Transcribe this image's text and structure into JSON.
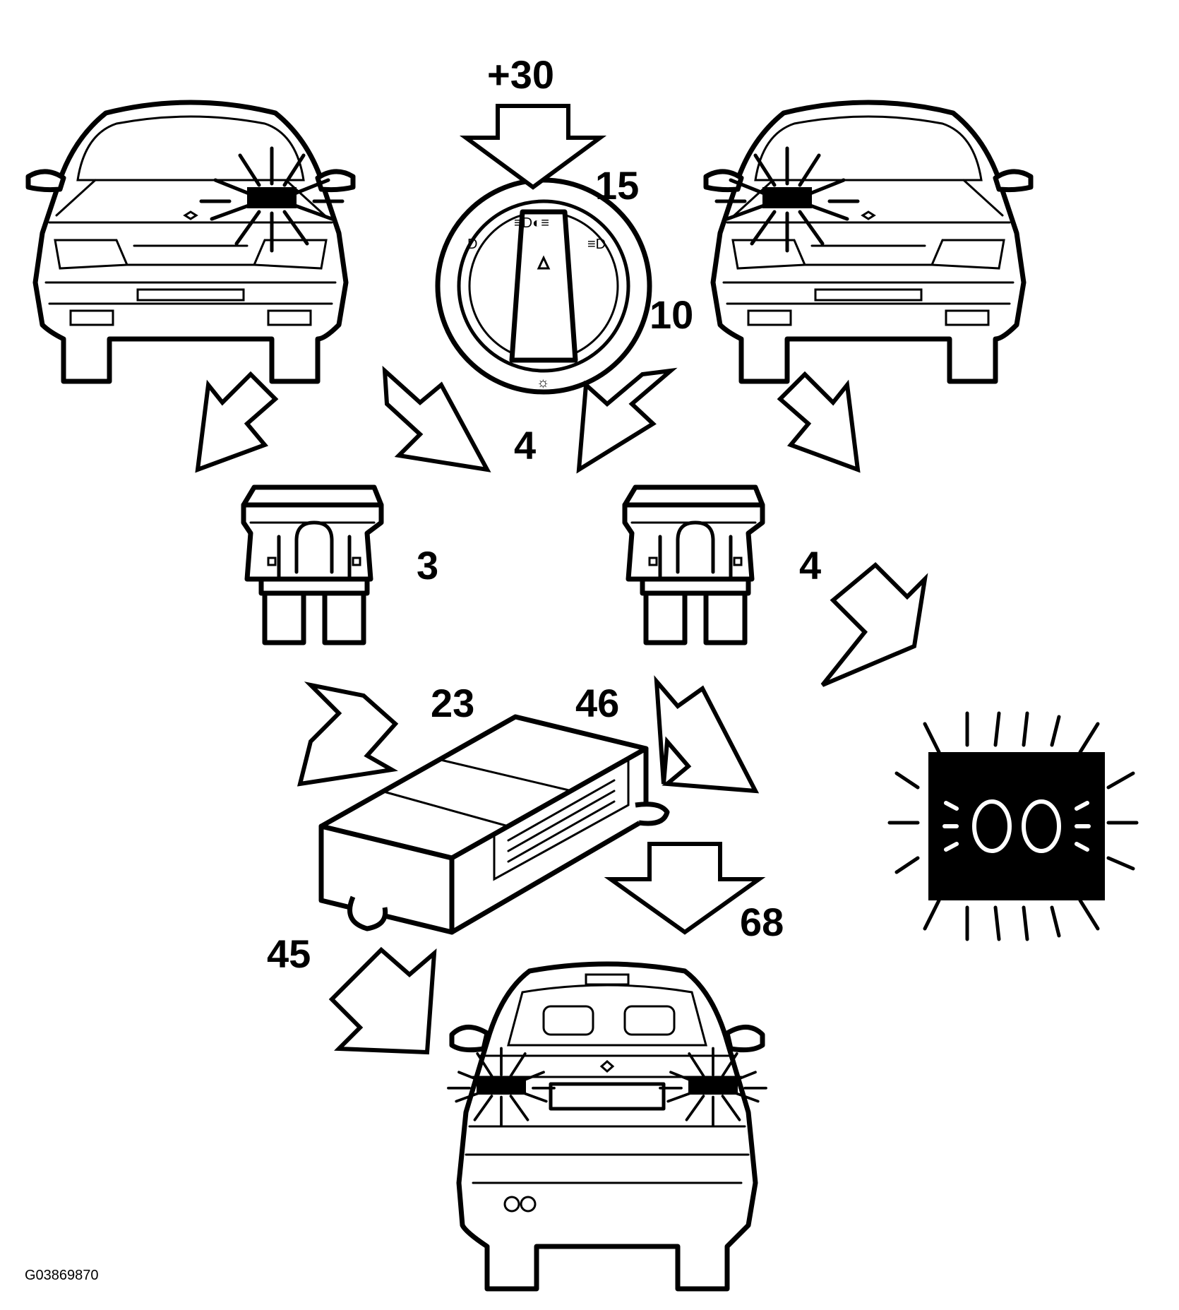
{
  "labels": {
    "battery": "+30",
    "switch_pin_15": "15",
    "switch_pin_10": "10",
    "switch_pin_4": "4",
    "fuse_left": "3",
    "fuse_right": "4",
    "module_pin_23": "23",
    "module_pin_46": "46",
    "module_pin_45": "45",
    "module_pin_68": "68"
  },
  "figure_id": "G03869870"
}
